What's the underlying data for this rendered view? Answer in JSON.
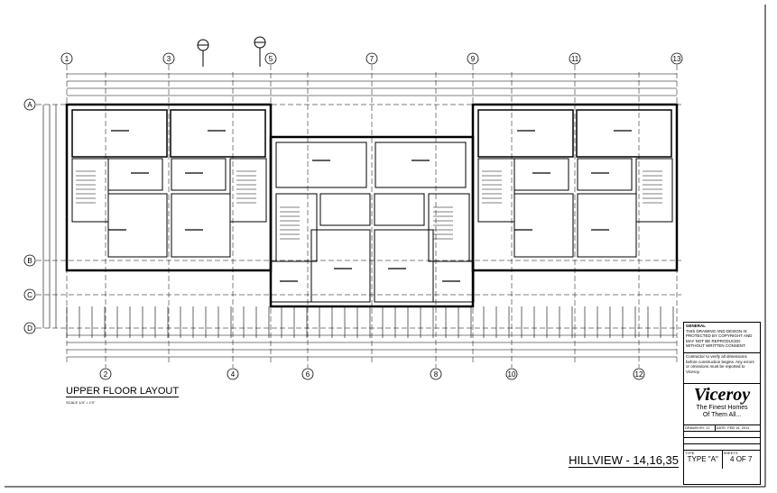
{
  "grid": {
    "top_columns": [
      "1",
      "3",
      "5",
      "7",
      "9",
      "11",
      "13"
    ],
    "bottom_columns": [
      "2",
      "4",
      "6",
      "8",
      "10",
      "12"
    ],
    "rows": [
      "A",
      "B",
      "C",
      "D"
    ]
  },
  "drawing": {
    "title": "UPPER FLOOR LAYOUT",
    "scale": "SCALE 1/4\" = 1'0\""
  },
  "project_title": "HILLVIEW - 14,16,35",
  "title_block": {
    "notes_header": "GENERAL",
    "notes": "THIS DRAWING AND DESIGN IS PROTECTED BY COPYRIGHT AND MAY NOT BE REPRODUCED WITHOUT WRITTEN CONSENT.",
    "disclaimer": "Contractor to verify all dimensions before construction begins. Any errors or omissions must be reported to Viceroy.",
    "logo": "Viceroy",
    "tagline_1": "The Finest Homes",
    "tagline_2": "Of Them All...",
    "drawn_by": "DRAWN BY: JJ",
    "date": "DATE: FEB 14, 2011",
    "type_label": "TYPE",
    "type_value": "TYPE \"A\"",
    "sheet_label": "SHEETS",
    "sheet_value": "4 OF 7"
  },
  "colors": {
    "ink": "#000000",
    "paper": "#ffffff"
  }
}
